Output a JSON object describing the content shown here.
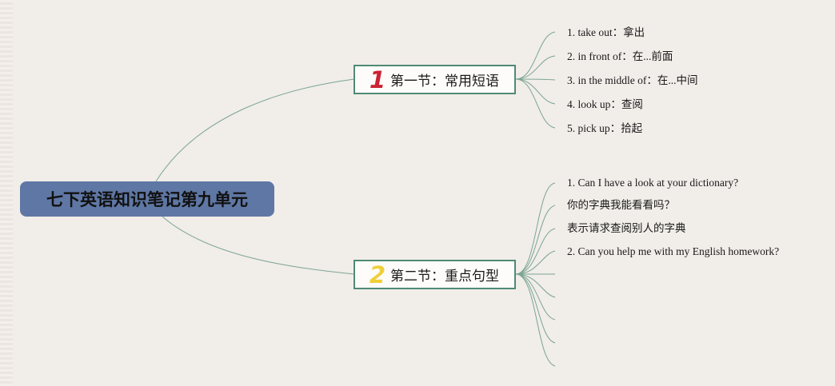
{
  "root": {
    "title": "七下英语知识笔记第九单元"
  },
  "colors": {
    "background": "#f1ede9",
    "root_fill": "#5f77a4",
    "branch_line": "#7aa593",
    "section_border": "#4f8a76",
    "section1_number": "#cc2233",
    "section2_number": "#f0cf3a"
  },
  "sections": [
    {
      "number": "1",
      "title": "第一节：常用短语",
      "items": [
        "1. take out：拿出",
        "2. in front of：在...前面",
        "3. in the middle of：在...中间",
        "4. look up：查阅",
        "5. pick up：拾起"
      ]
    },
    {
      "number": "2",
      "title": "第二节：重点句型",
      "items": [
        "1. Can I have a look at your dictionary?",
        "你的字典我能看看吗？",
        "表示请求查阅别人的字典",
        "2. Can you help me with my English homework?",
        "",
        "",
        "",
        "",
        ""
      ]
    }
  ]
}
